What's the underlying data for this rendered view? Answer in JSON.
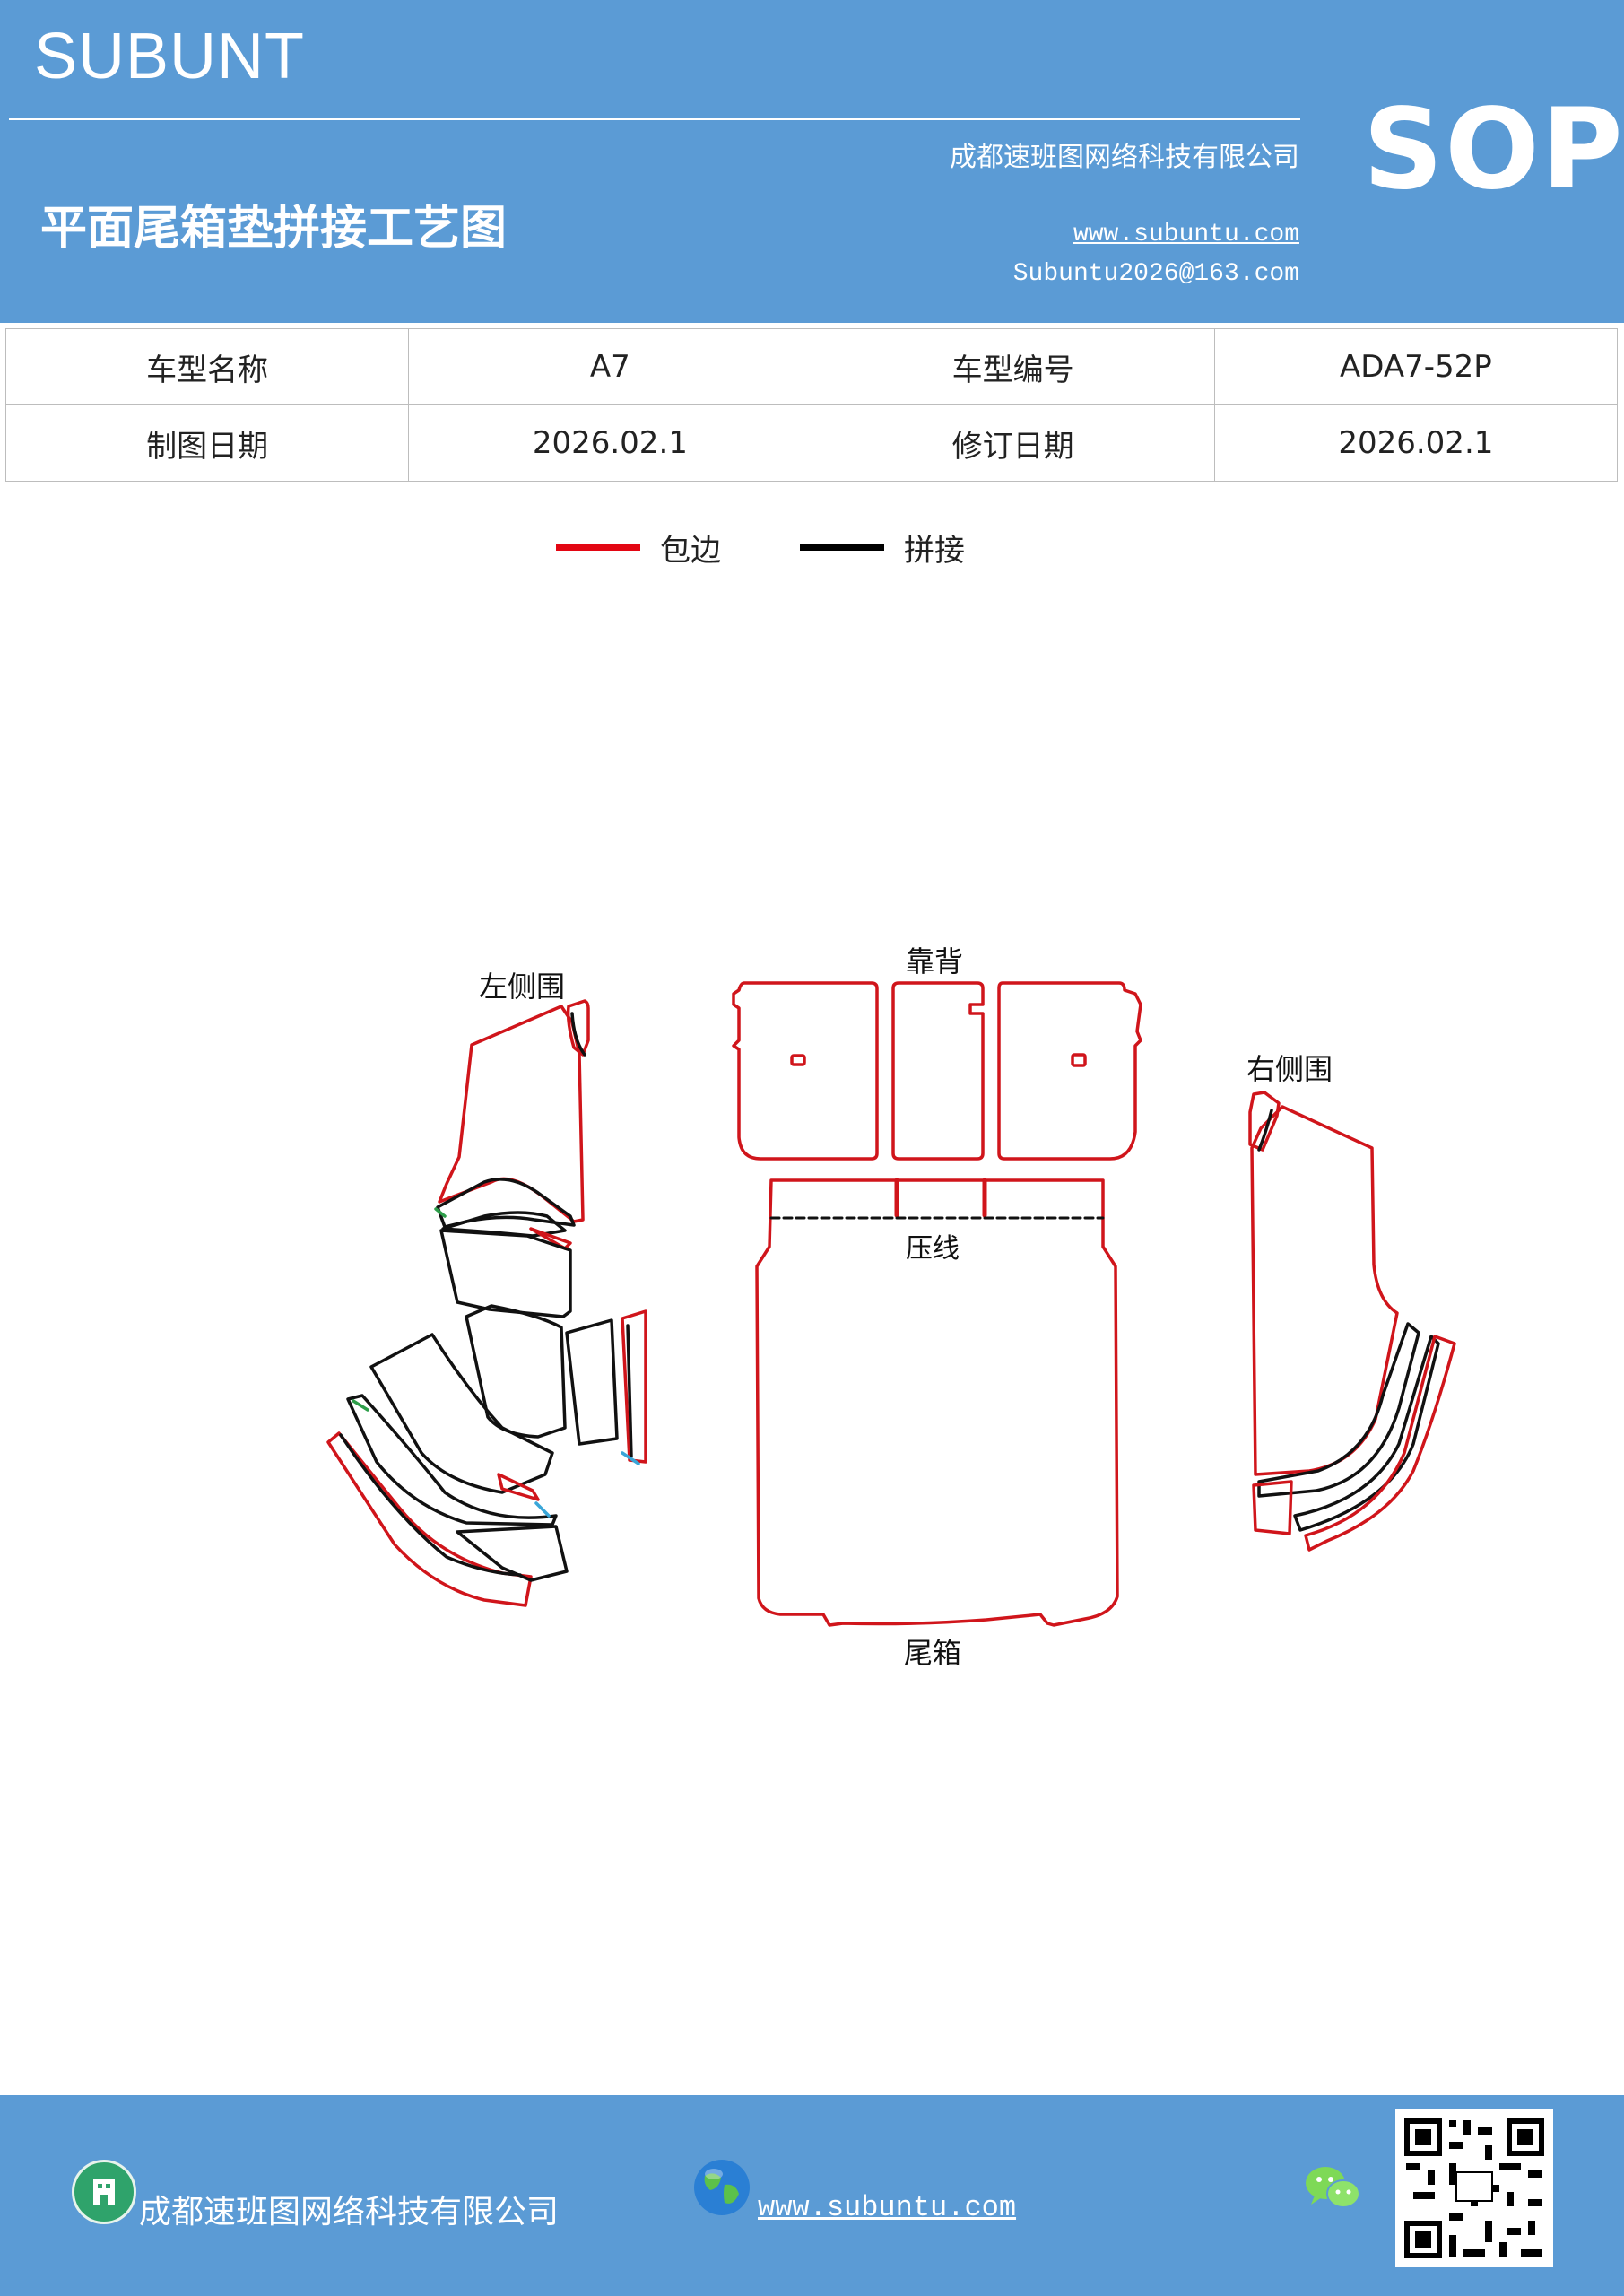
{
  "header": {
    "brand": "SUBUNT",
    "company": "成都速班图网络科技有限公司",
    "badge": "SOP",
    "title": "平面尾箱垫拼接工艺图",
    "website": "www.subuntu.com",
    "email": "Subuntu2026@163.com"
  },
  "info_table": {
    "row1": [
      "车型名称",
      "A7",
      "车型编号",
      "ADA7-52P"
    ],
    "row2": [
      "制图日期",
      "2026.02.1",
      "修订日期",
      "2026.02.1"
    ]
  },
  "legend": {
    "items": [
      {
        "label": "包边",
        "color": "#e30613"
      },
      {
        "label": "拼接",
        "color": "#000000"
      }
    ]
  },
  "diagram": {
    "labels": {
      "left_side": "左侧围",
      "backrest": "靠背",
      "right_side": "右侧围",
      "press_line": "压线",
      "trunk": "尾箱"
    },
    "colors": {
      "edge": "#d0151b",
      "seam": "#111111",
      "accent_green": "#2e9e4a",
      "accent_blue": "#3aa6d8"
    }
  },
  "footer": {
    "company": "成都速班图网络科技有限公司",
    "website": "www.subuntu.com",
    "icons": [
      "building-icon",
      "globe-icon",
      "wechat-icon",
      "qr-code"
    ]
  }
}
